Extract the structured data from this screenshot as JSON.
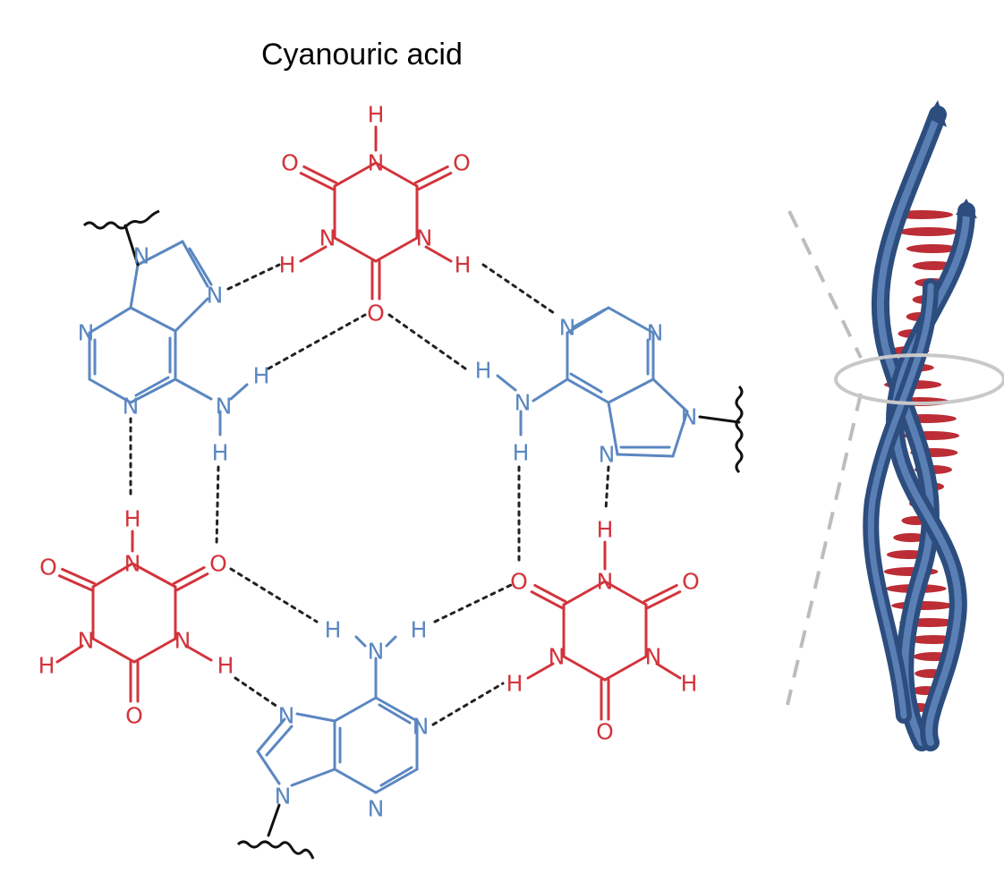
{
  "title": "Cyanouric acid",
  "colors": {
    "cyanuric": "#d2343c",
    "adenine": "#5b87c1",
    "bond_black": "#111111",
    "helix_blue": "#3b5e93",
    "helix_red": "#b5161f",
    "guide_gray": "#bdbdbd"
  },
  "atoms": {
    "N": "N",
    "H": "H",
    "O": "O"
  }
}
